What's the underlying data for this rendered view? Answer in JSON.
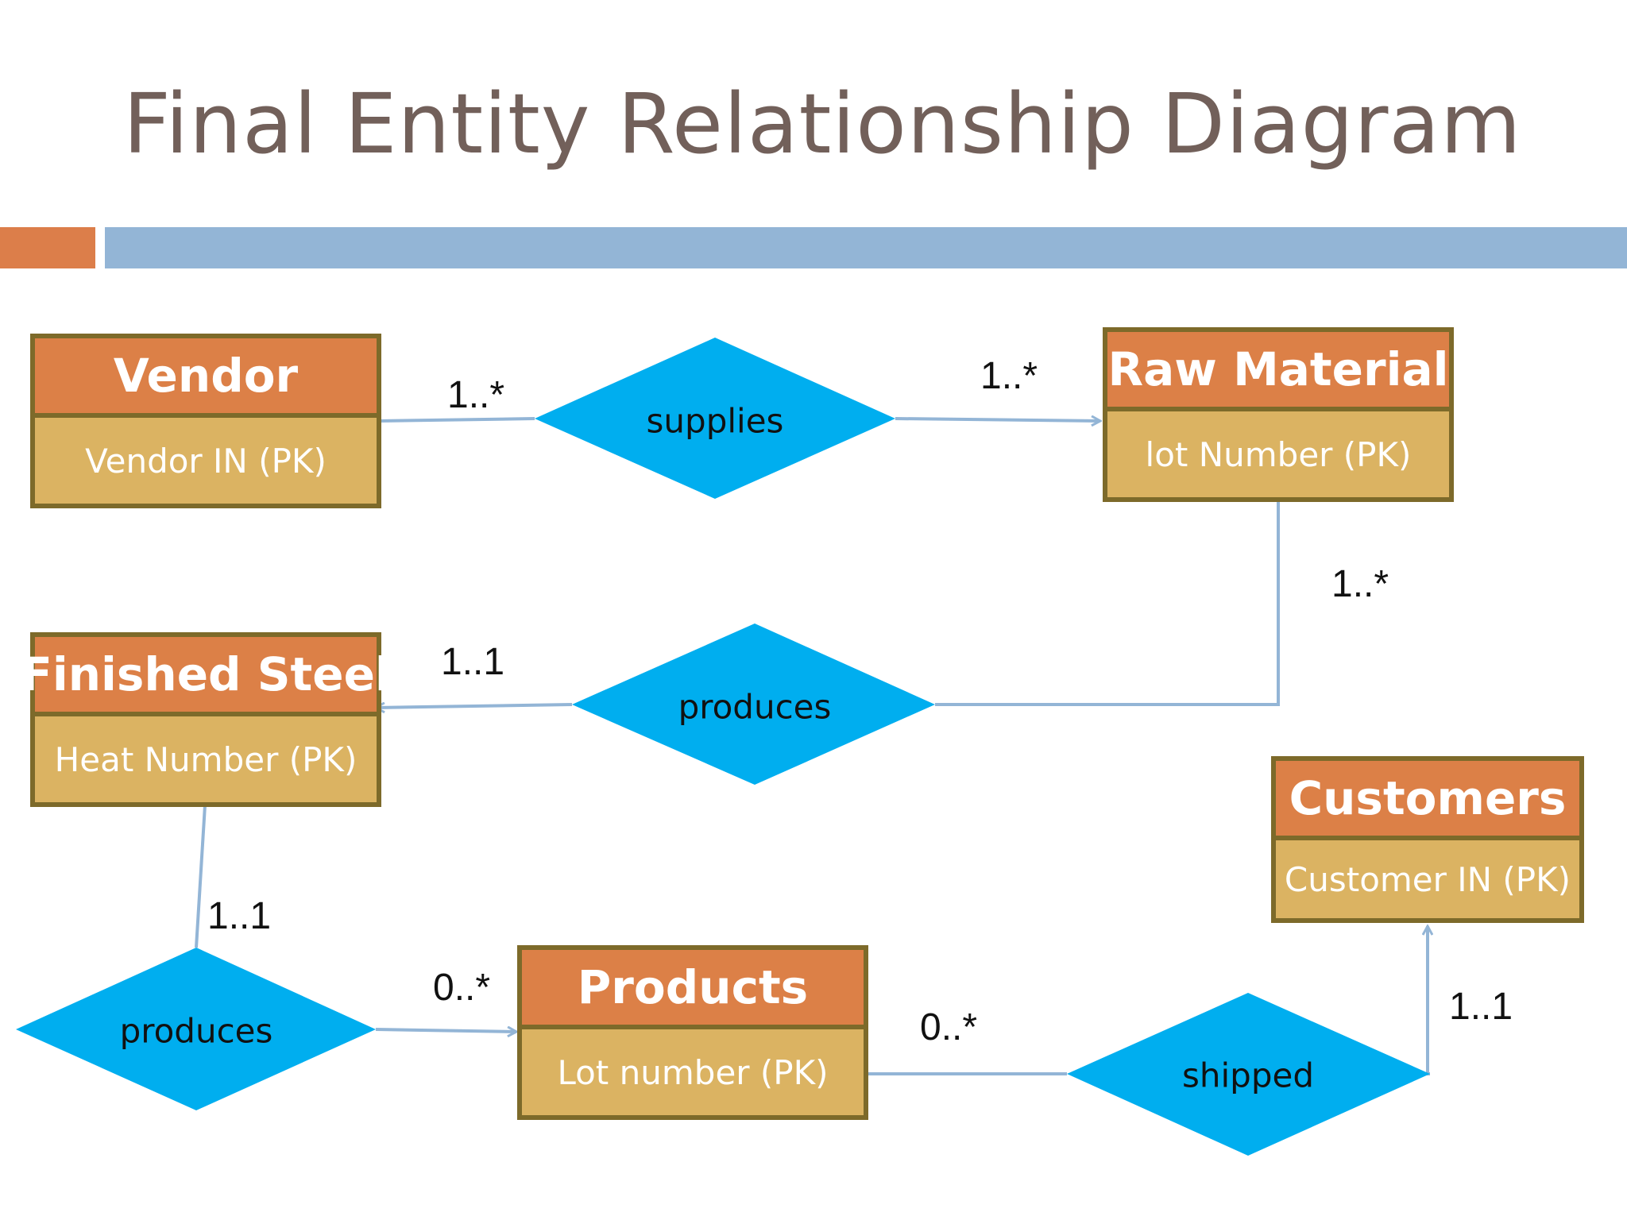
{
  "title": "Final Entity Relationship Diagram",
  "colors": {
    "title": "#72605a",
    "accent_bar": "#dc7e4a",
    "main_bar": "#93b5d6",
    "entity_header": "#dc8047",
    "entity_body": "#dbb362",
    "entity_border": "#7d6a2a",
    "relationship": "#00aeef",
    "connector": "#93b5d6"
  },
  "entities": {
    "vendor": {
      "name": "Vendor",
      "key": "Vendor IN (PK)"
    },
    "raw_material": {
      "name": "Raw Material",
      "key": "lot Number (PK)"
    },
    "finished_steel": {
      "name": "Finished Steel",
      "key": "Heat Number (PK)"
    },
    "customers": {
      "name": "Customers",
      "key": "Customer IN (PK)"
    },
    "products": {
      "name": "Products",
      "key": "Lot number (PK)"
    }
  },
  "relationships": {
    "supplies": "supplies",
    "produces_steel": "produces",
    "produces_products": "produces",
    "shipped": "shipped"
  },
  "cardinalities": {
    "vendor_supplies": "1..*",
    "supplies_raw": "1..*",
    "raw_produces": "1..*",
    "produces_steel": "1..1",
    "steel_produces": "1..1",
    "produces_products": "0..*",
    "products_shipped": "0..*",
    "shipped_customers": "1..1"
  }
}
